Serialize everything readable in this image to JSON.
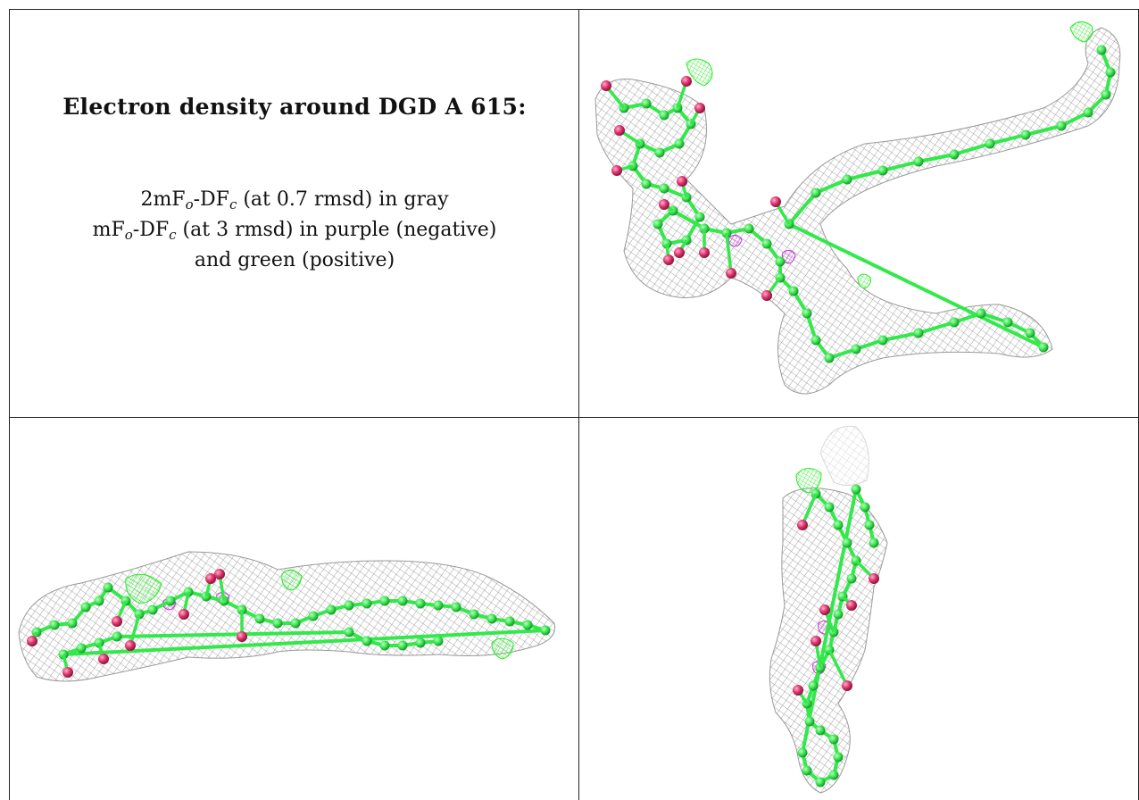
{
  "title": "Electron density around DGD A 615:",
  "legend": {
    "line1": {
      "pre": "2mF",
      "sub1": "o",
      "mid": "-DF",
      "sub2": "c",
      "post": " (at 0.7 rmsd) in gray"
    },
    "line2": {
      "pre": "mF",
      "sub1": "o",
      "mid": "-DF",
      "sub2": "c",
      "post": " (at 3 rmsd) in purple (negative)"
    },
    "line3": "and green (positive)"
  },
  "views": [
    {
      "name": "view-top-right"
    },
    {
      "name": "view-bottom-left"
    },
    {
      "name": "view-bottom-right"
    }
  ],
  "colors": {
    "mesh": "#9a9a9a",
    "carbon": "#33e84a",
    "oxygen": "#e0336e",
    "negative": "#c23bd6",
    "positive": "#22ee22",
    "border": "#222222"
  }
}
